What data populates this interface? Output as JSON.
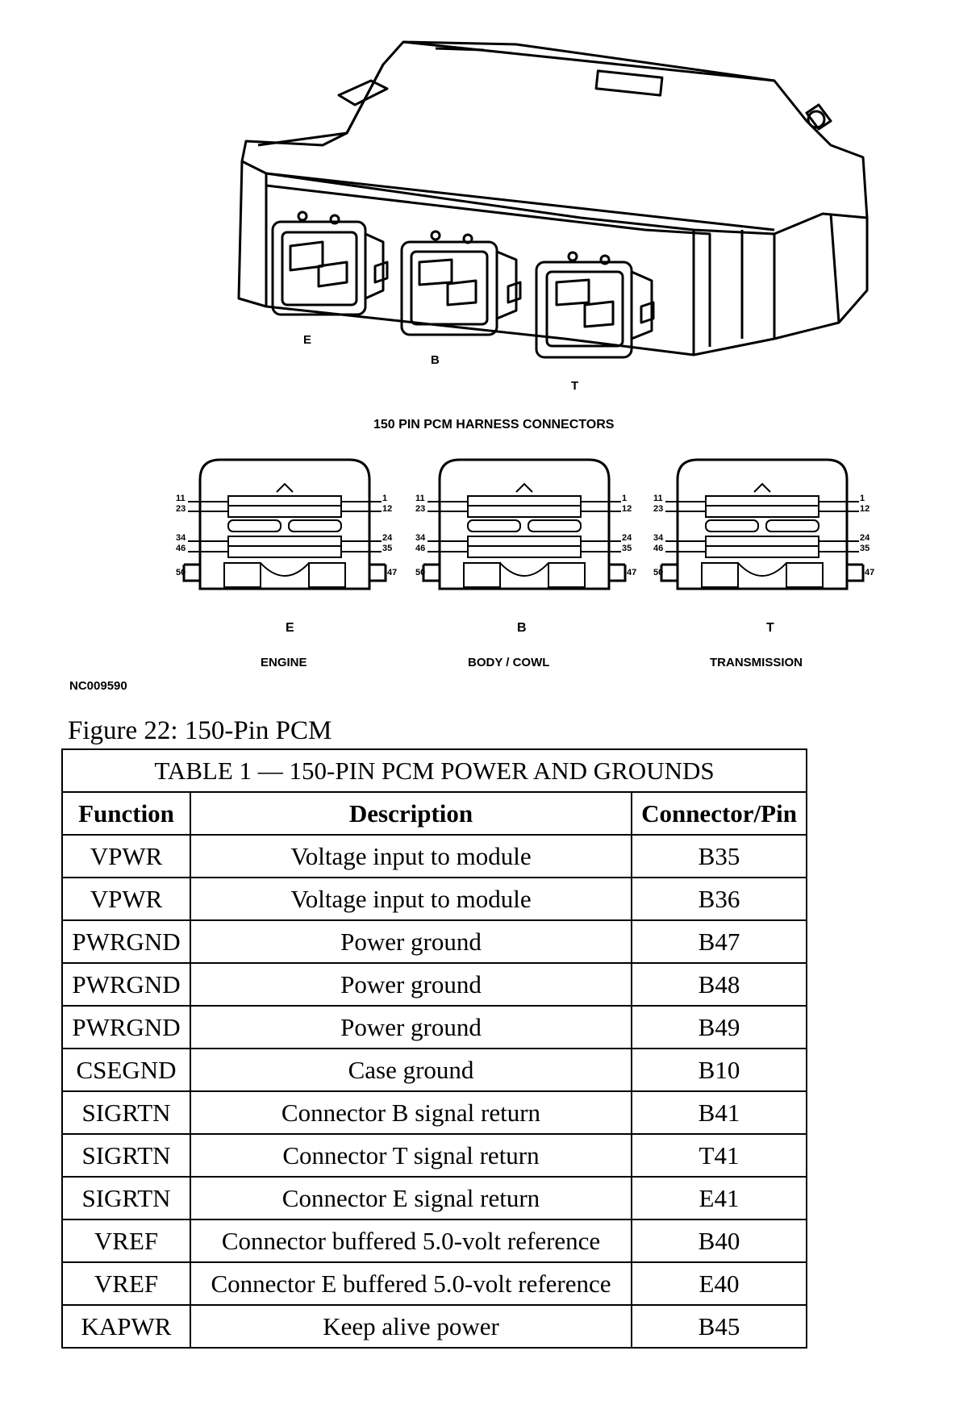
{
  "figure": {
    "harness_title": "150 PIN PCM HARNESS CONNECTORS",
    "module_labels": [
      "E",
      "B",
      "T"
    ],
    "drawing_id": "NC009590",
    "connectors": [
      {
        "letter": "E",
        "name": "ENGINE"
      },
      {
        "letter": "B",
        "name": "BODY / COWL"
      },
      {
        "letter": "T",
        "name": "TRANSMISSION"
      }
    ],
    "pin_labels": {
      "left": [
        "11",
        "23",
        "34",
        "46",
        "50"
      ],
      "right": [
        "1",
        "12",
        "24",
        "35",
        "47"
      ]
    },
    "caption": "Figure 22: 150-Pin PCM"
  },
  "table": {
    "title": "TABLE 1 — 150-PIN PCM POWER AND GROUNDS",
    "headers": [
      "Function",
      "Description",
      "Connector/Pin"
    ],
    "rows": [
      [
        "VPWR",
        "Voltage input to module",
        "B35"
      ],
      [
        "VPWR",
        "Voltage input to module",
        "B36"
      ],
      [
        "PWRGND",
        "Power ground",
        "B47"
      ],
      [
        "PWRGND",
        "Power ground",
        "B48"
      ],
      [
        "PWRGND",
        "Power ground",
        "B49"
      ],
      [
        "CSEGND",
        "Case ground",
        "B10"
      ],
      [
        "SIGRTN",
        "Connector B signal return",
        "B41"
      ],
      [
        "SIGRTN",
        "Connector T signal return",
        "T41"
      ],
      [
        "SIGRTN",
        "Connector E signal return",
        "E41"
      ],
      [
        "VREF",
        "Connector buffered 5.0-volt reference",
        "B40"
      ],
      [
        "VREF",
        "Connector E buffered 5.0-volt reference",
        "E40"
      ],
      [
        "KAPWR",
        "Keep alive power",
        "B45"
      ]
    ]
  }
}
